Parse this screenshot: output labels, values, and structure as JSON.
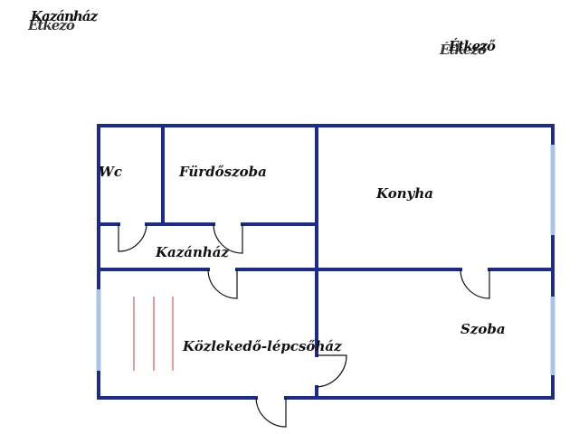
{
  "overlay_labels": {
    "left_top_a": "Kazánház",
    "left_top_b": "Étkező",
    "right_top_a": "Étkező",
    "right_top_b": "Étkező"
  },
  "rooms": {
    "wc": "Wc",
    "bathroom": "Fürdőszoba",
    "kitchen": "Konyha",
    "boiler": "Kazánház",
    "stairs": "Közlekedő-lépcsőház",
    "room": "Szoba"
  },
  "colors": {
    "wall": "#1c2c8c",
    "window": "#a9c4e8",
    "stair_line": "#d45a5a",
    "door": "#111111"
  }
}
